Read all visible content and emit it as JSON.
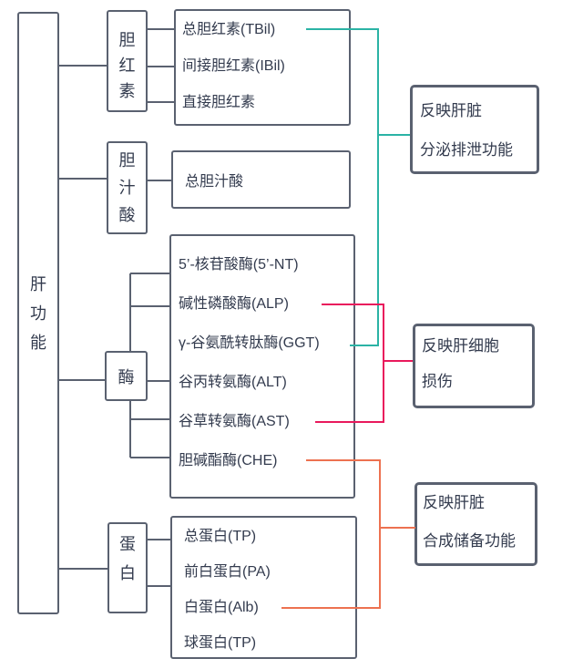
{
  "colors": {
    "border": "#5A6170",
    "text": "#333B4E",
    "teal": "#2BB3A5",
    "red": "#E9195C",
    "orange": "#ED7150",
    "bg": "#FFFFFF"
  },
  "root": {
    "label": "肝功能",
    "chars": [
      "肝",
      "功",
      "能"
    ]
  },
  "groups": {
    "bilirubin": {
      "label": "胆红素",
      "chars": [
        "胆",
        "红",
        "素"
      ],
      "items": [
        "总胆红素(TBil)",
        "间接胆红素(IBil)",
        "直接胆红素"
      ]
    },
    "bile_acid": {
      "label": "胆汁酸",
      "chars": [
        "胆",
        "汁",
        "酸"
      ],
      "items": [
        "总胆汁酸"
      ]
    },
    "enzyme": {
      "label": "酶",
      "chars": [
        "酶"
      ],
      "items": [
        "5’-核苷酸酶(5’-NT)",
        "碱性磷酸酶(ALP)",
        "γ-谷氨酰转肽酶(GGT)",
        "谷丙转氨酶(ALT)",
        "谷草转氨酶(AST)",
        "胆碱酯酶(CHE)"
      ]
    },
    "protein": {
      "label": "蛋白",
      "chars": [
        "蛋",
        "白"
      ],
      "items": [
        "总蛋白(TP)",
        "前白蛋白(PA)",
        "白蛋白(Alb)",
        "球蛋白(TP)"
      ]
    }
  },
  "notes": {
    "secretion": {
      "line1": "反映肝脏",
      "line2": "分泌排泄功能"
    },
    "damage": {
      "line1": "反映肝细胞",
      "line2": "损伤"
    },
    "synthesis": {
      "line1": "反映肝脏",
      "line2": "合成储备功能"
    }
  }
}
